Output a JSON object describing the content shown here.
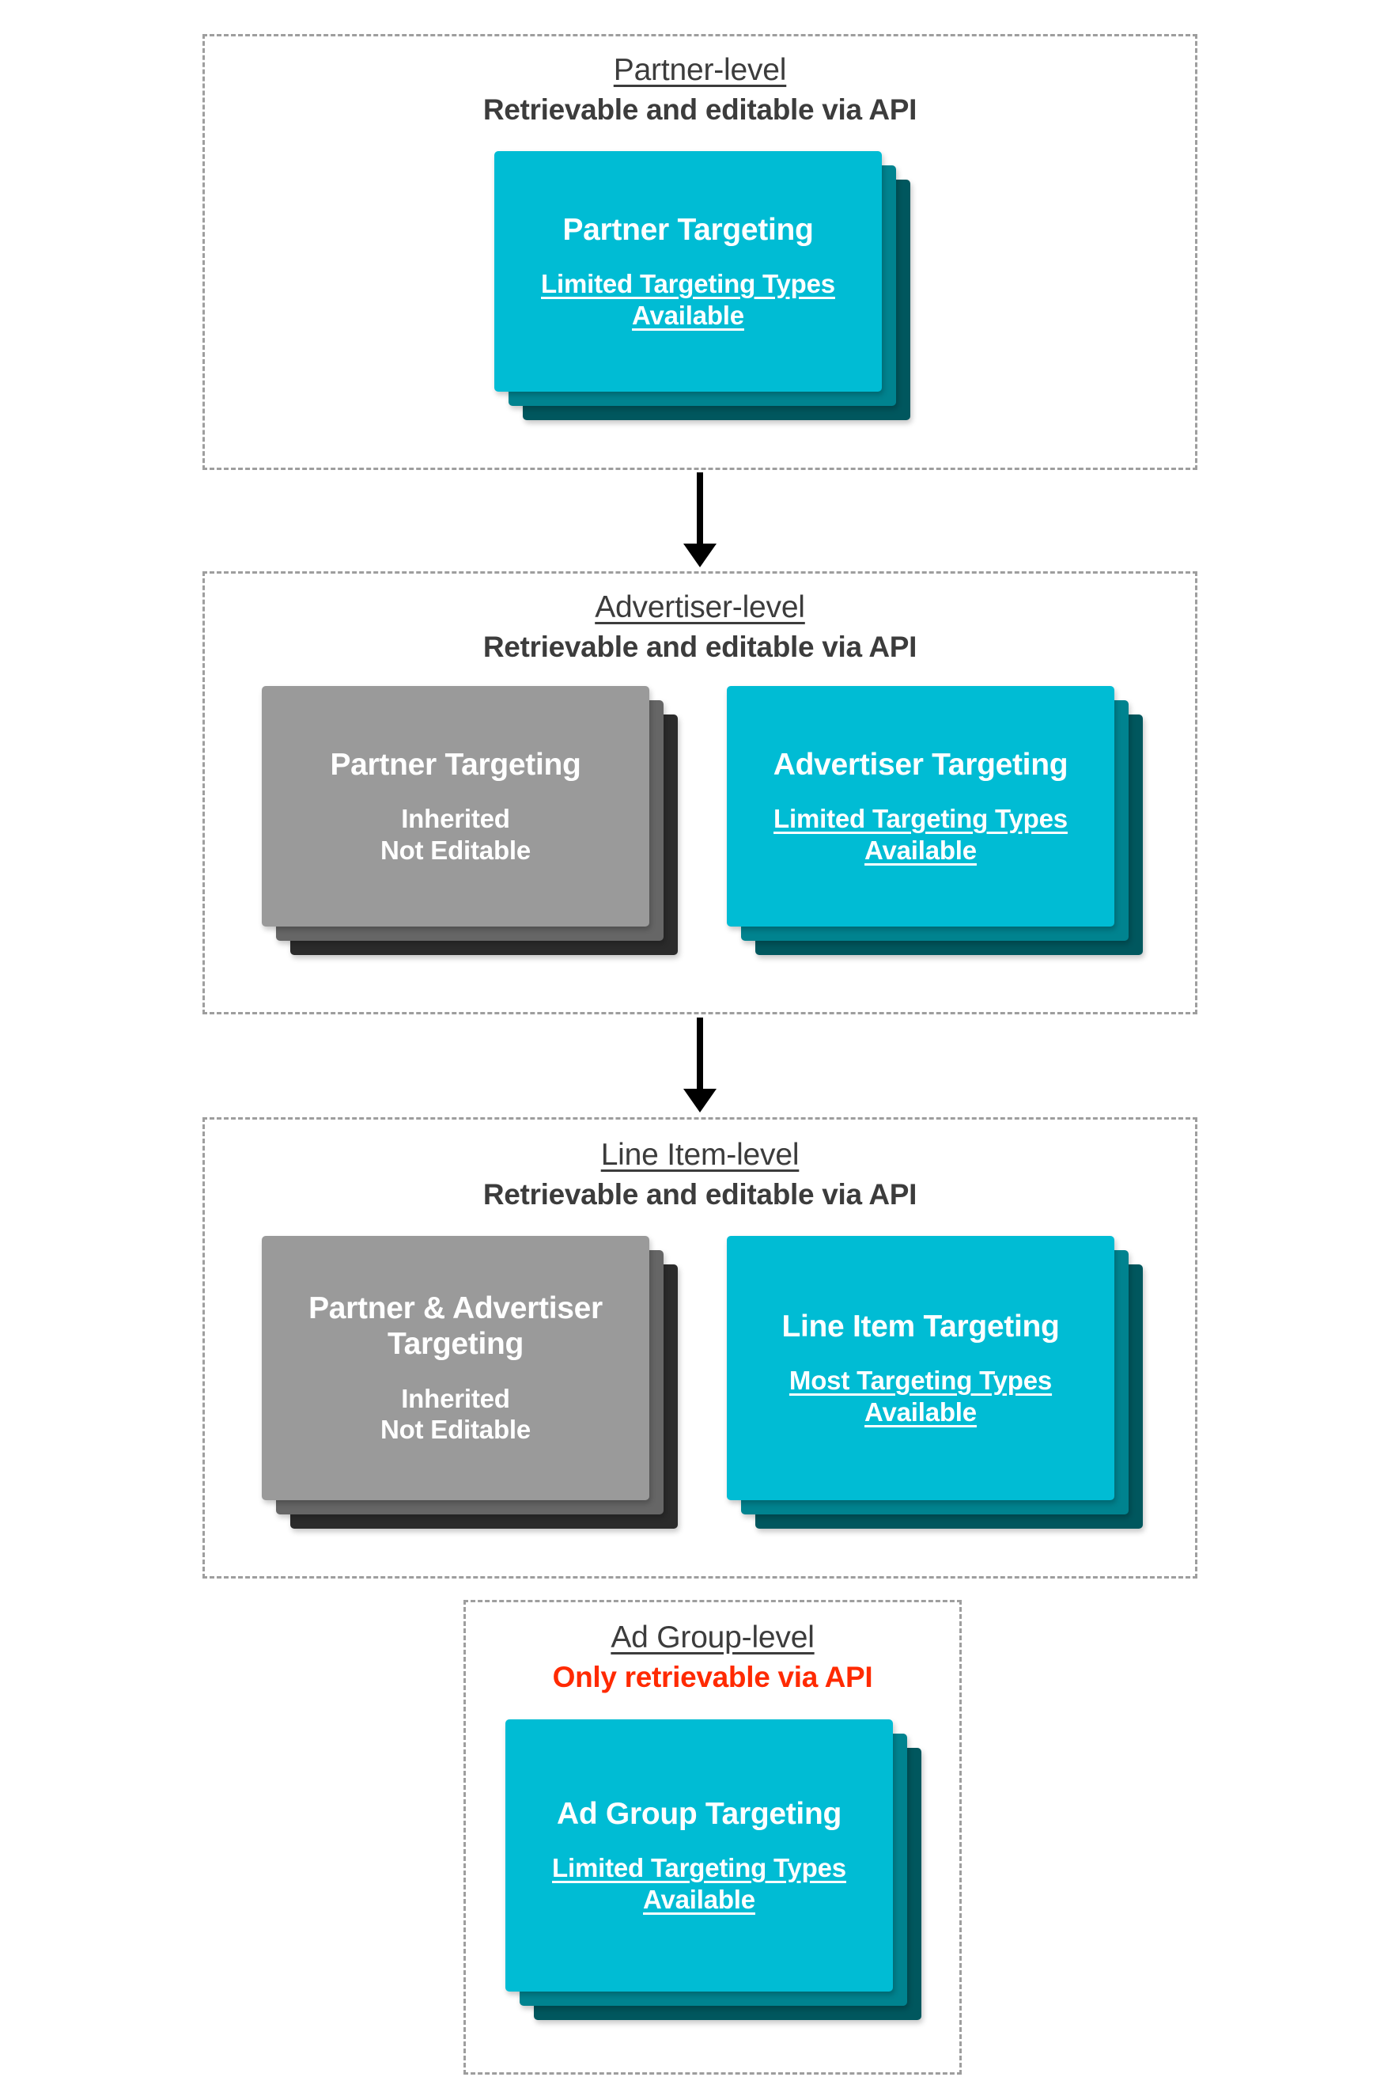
{
  "diagram": {
    "title_text_style": "underlined level name over bold API-access note",
    "colors": {
      "cyan_front": "#00BCD4",
      "cyan_mid": "#00838F",
      "cyan_back": "#00575E",
      "gray_front": "#9A9A9A",
      "gray_mid": "#666666",
      "gray_back": "#2B2B2B",
      "danger_red": "#FF2A00",
      "text_dark": "#3C3C3C",
      "border_dashed": "#9E9E9E"
    }
  },
  "levels": [
    {
      "id": "partner-level",
      "title": "Partner-level",
      "subtitle": "Retrievable and editable via API",
      "subtitle_is_danger": false,
      "cards": [
        {
          "id": "partner-targeting-card",
          "variant": "cyan",
          "title": "Partner Targeting",
          "note": "Limited Targeting Types Available",
          "note_underlined": true
        }
      ]
    },
    {
      "id": "advertiser-level",
      "title": "Advertiser-level",
      "subtitle": "Retrievable and editable via API",
      "subtitle_is_danger": false,
      "cards": [
        {
          "id": "inherited-partner-targeting-card",
          "variant": "gray",
          "title": "Partner Targeting",
          "note": "Inherited\nNot Editable",
          "note_underlined": false
        },
        {
          "id": "advertiser-targeting-card",
          "variant": "cyan",
          "title": "Advertiser Targeting",
          "note": "Limited Targeting Types Available",
          "note_underlined": true
        }
      ]
    },
    {
      "id": "line-item-level",
      "title": "Line Item-level",
      "subtitle": "Retrievable and editable via API",
      "subtitle_is_danger": false,
      "cards": [
        {
          "id": "inherited-partner-advertiser-targeting-card",
          "variant": "gray",
          "title": "Partner & Advertiser Targeting",
          "note": "Inherited\nNot Editable",
          "note_underlined": false
        },
        {
          "id": "line-item-targeting-card",
          "variant": "cyan",
          "title": "Line Item Targeting",
          "note": "Most Targeting Types Available",
          "note_underlined": true
        }
      ]
    },
    {
      "id": "ad-group-level",
      "title": "Ad Group-level",
      "subtitle": "Only retrievable via API",
      "subtitle_is_danger": true,
      "cards": [
        {
          "id": "ad-group-targeting-card",
          "variant": "cyan",
          "title": "Ad Group Targeting",
          "note": "Limited Targeting Types Available",
          "note_underlined": true
        }
      ]
    }
  ],
  "connectors": [
    {
      "id": "partner-to-advertiser-arrow",
      "name": "down-arrow-icon"
    },
    {
      "id": "advertiser-to-line-item-arrow",
      "name": "down-arrow-icon"
    }
  ]
}
